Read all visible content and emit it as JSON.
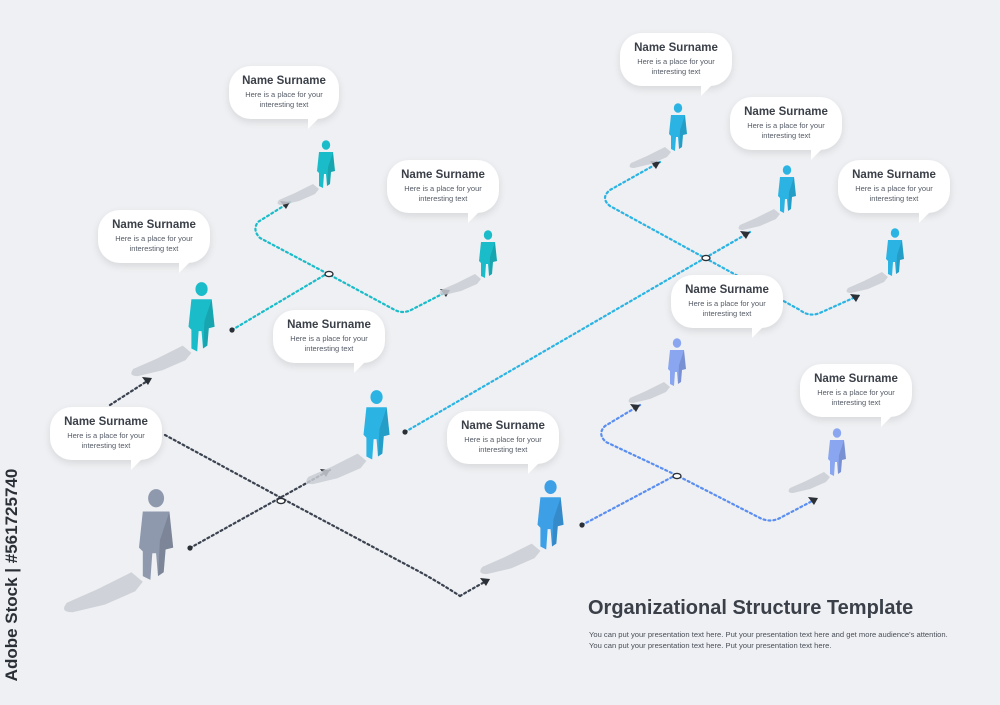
{
  "title": "Organizational Structure Template",
  "description": "You can put your presentation text here. Put your presentation text here and get more audience's attention. You can put your presentation text here. Put your presentation text here.",
  "watermark": "Adobe Stock | #561725740",
  "colors": {
    "background": "#eef0f3",
    "gray": "#8e99ad",
    "teal": "#1bbcc9",
    "sky": "#2bb4e3",
    "blue": "#3d9fe6",
    "periwinkle": "#8aa6f0",
    "shadow": "#c9ccd2",
    "connector": "#3c4350",
    "text_dark": "#3a3f48"
  },
  "people": [
    {
      "id": "ceo",
      "name": "Name Surname",
      "text": "Here is a place for your interesting text",
      "color": "gray"
    },
    {
      "id": "mid-left",
      "name": "Name Surname",
      "text": "Here is a place for your interesting text",
      "color": "teal"
    },
    {
      "id": "top-left",
      "name": "Name Surname",
      "text": "Here is a place for your interesting text",
      "color": "teal"
    },
    {
      "id": "top-mid",
      "name": "Name Surname",
      "text": "Here is a place for your interesting text",
      "color": "teal"
    },
    {
      "id": "center",
      "name": "Name Surname",
      "text": "Here is a place for your interesting text",
      "color": "sky"
    },
    {
      "id": "top-right-1",
      "name": "Name Surname",
      "text": "Here is a place for your interesting text",
      "color": "sky"
    },
    {
      "id": "top-right-2",
      "name": "Name Surname",
      "text": "Here is a place for your interesting text",
      "color": "sky"
    },
    {
      "id": "right-1",
      "name": "Name Surname",
      "text": "Here is a place for your interesting text",
      "color": "sky"
    },
    {
      "id": "center-bottom",
      "name": "Name Surname",
      "text": "Here is a place for your interesting text",
      "color": "blue"
    },
    {
      "id": "right-mid",
      "name": "Name Surname",
      "text": "Here is a place for your interesting text",
      "color": "periwinkle"
    },
    {
      "id": "right-bottom",
      "name": "Name Surname",
      "text": "Here is a place for your interesting text",
      "color": "periwinkle"
    }
  ]
}
